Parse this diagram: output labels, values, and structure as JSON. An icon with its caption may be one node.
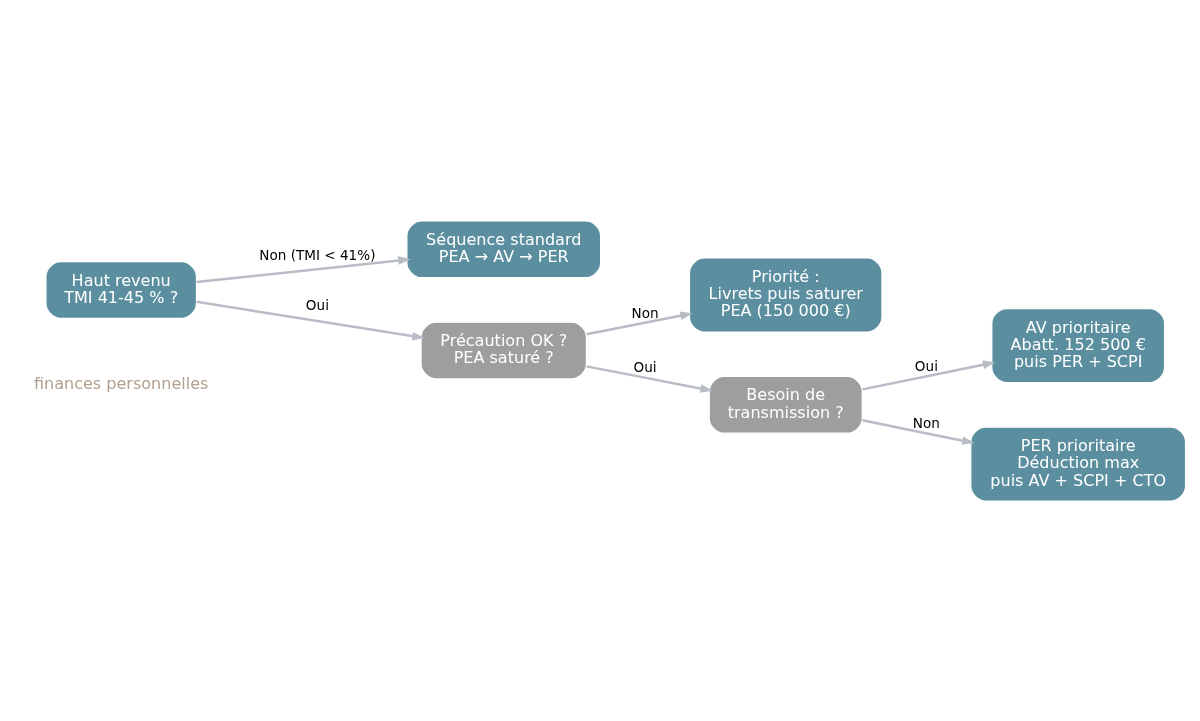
{
  "diagram": {
    "nodes": [
      {
        "text": [
          "Haut revenu",
          "TMI 41-45 % ?"
        ]
      },
      {
        "text": [
          "Séquence standard",
          "PEA → AV → PER"
        ]
      },
      {
        "text": [
          "Précaution OK ?",
          "PEA saturé ?"
        ]
      },
      {
        "text": [
          "Priorité :",
          "Livrets puis saturer",
          "PEA (150 000 €)"
        ]
      },
      {
        "text": [
          "Besoin de",
          "transmission ?"
        ]
      },
      {
        "text": [
          "AV prioritaire",
          "Abatt. 152 500 €",
          "puis PER + SCPI"
        ]
      },
      {
        "text": [
          "PER prioritaire",
          "Déduction max",
          "puis AV + SCPI + CTO"
        ]
      }
    ],
    "edges": [
      {
        "from": 0,
        "to": 1,
        "arrow": "to",
        "label": "Non (TMI < 41%)"
      },
      {
        "from": 0,
        "to": 2,
        "arrow": "to",
        "label": "Oui"
      },
      {
        "from": 2,
        "to": 3,
        "arrow": "to",
        "label": "Non"
      },
      {
        "from": 2,
        "to": 4,
        "arrow": "to",
        "label": "Oui"
      },
      {
        "from": 4,
        "to": 5,
        "arrow": "to",
        "label": "Oui"
      },
      {
        "from": 4,
        "to": 6,
        "arrow": "to",
        "label": "Non"
      }
    ],
    "labels": [
      "finances personnelles"
    ]
  }
}
